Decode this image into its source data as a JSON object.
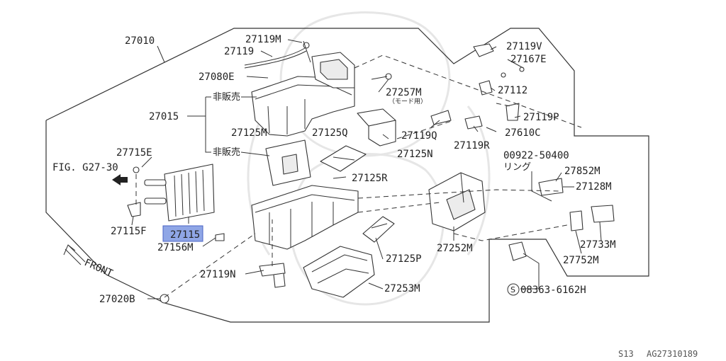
{
  "diagram": {
    "labels": {
      "p27010": "27010",
      "p27119M": "27119M",
      "p27119": "27119",
      "p27080E": "27080E",
      "hihanbai1": "非販売",
      "p27015": "27015",
      "hihanbai2": "非販売",
      "p27125M": "27125M",
      "p27125Q": "27125Q",
      "p27257M": "27257M",
      "mode_note": "（モード用）",
      "p27119V": "27119V",
      "p27167E": "27167E",
      "p27112": "27112",
      "p27119P": "27119P",
      "p27119Q": "27119Q",
      "p27610C": "27610C",
      "p27125N": "27125N",
      "p27119R": "27119R",
      "p00922": "00922-50400",
      "ring": "リング",
      "p27852M": "27852M",
      "p27128M": "27128M",
      "p27715E": "27715E",
      "fig": "FIG. G27-30",
      "p27125R": "27125R",
      "p27115F": "27115F",
      "p27115": "27115",
      "p27156M": "27156M",
      "p27252M": "27252M",
      "p27733M": "27733M",
      "p27752M": "27752M",
      "front": "FRONT",
      "p27125P": "27125P",
      "p27119N": "27119N",
      "p27253M": "27253M",
      "p27020B": "27020B",
      "p08363_circle": "S",
      "p08363": "08363-6162H"
    },
    "footer": {
      "model": "S13",
      "code": "AG27310189"
    },
    "highlight_color": "#8fa6e6"
  }
}
